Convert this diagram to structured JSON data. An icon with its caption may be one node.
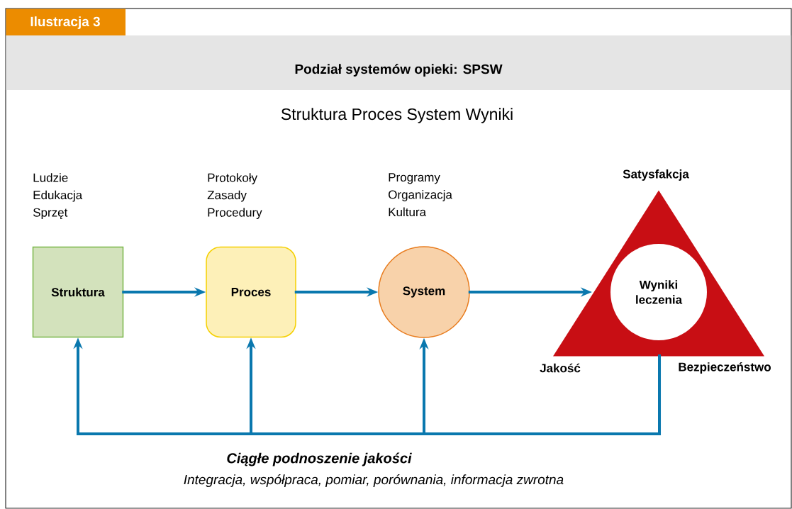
{
  "diagram": {
    "title": "Podział systemów opieki: SPSW",
    "nodes": [
      {
        "text": [
          "Struktura"
        ],
        "beside": [
          "Ludzie Edukacja Sprzęt"
        ]
      },
      {
        "text": [
          "Proces"
        ],
        "beside": [
          "Protokoły Zasady Procedury"
        ]
      },
      {
        "text": [
          "System"
        ],
        "beside": [
          "Programy Organizacja Kultura"
        ]
      },
      {
        "text": [],
        "shape": "triangle",
        "beside": [
          "Satysfakcja",
          "Jakość",
          "Bezpieczeństwo"
        ]
      },
      {
        "text": [
          "Wyniki leczenia"
        ],
        "in": 3
      }
    ],
    "edges": [
      {
        "from": 0,
        "to": 1,
        "arrow": "to"
      },
      {
        "from": 1,
        "to": 2,
        "arrow": "to"
      },
      {
        "from": 2,
        "to": 3,
        "arrow": "to"
      },
      {
        "from": 3,
        "to": 0,
        "arrow": "to"
      },
      {
        "from": 3,
        "to": 1,
        "arrow": "to"
      },
      {
        "from": 3,
        "to": 2,
        "arrow": "to"
      }
    ],
    "labels": [
      "Ilustracja 3",
      "Struktura Proces System Wyniki",
      "Ciągłe podnoszenie jakości",
      "Integracja, współpraca, pomiar, porównania, informacja zwrotna"
    ]
  }
}
